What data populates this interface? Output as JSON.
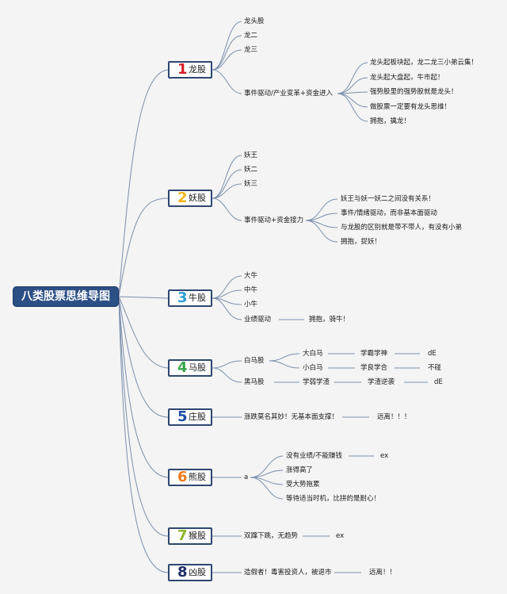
{
  "root": "八类股票思维导图",
  "categories": [
    {
      "num": "1",
      "label": "龙股",
      "color": "#d61f26",
      "items": [
        "龙头股",
        "龙二",
        "龙三",
        "事件驱动/产业变革+资金进入"
      ],
      "sub": [
        "龙头起板块起，龙二龙三小弟云集！",
        "龙头起大盘起，牛市起！",
        "强势股里的强势股就是龙头！",
        "做股票一定要有龙头思维！",
        "拥抱，擒龙！"
      ]
    },
    {
      "num": "2",
      "label": "妖股",
      "color": "#f3b51c",
      "items": [
        "妖王",
        "妖二",
        "妖三",
        "事件驱动+资金接力"
      ],
      "sub": [
        "妖王与妖一妖二之间没有关系！",
        "事件/情绪驱动，而非基本面驱动",
        "与龙股的区别就是带不带人，有没有小弟",
        "拥抱，捉妖！"
      ]
    },
    {
      "num": "3",
      "label": "牛股",
      "color": "#2a9fd6",
      "items": [
        "大牛",
        "中牛",
        "小牛",
        "业绩驱动"
      ],
      "chain": [
        "拥抱，骑牛！"
      ]
    },
    {
      "num": "4",
      "label": "马股",
      "color": "#3aa447",
      "items": [
        "白马股",
        "黑马股"
      ],
      "white": [
        "大白马",
        "小白马"
      ],
      "white_chain": [
        [
          "学霸学神",
          "dE"
        ],
        [
          "学良学合",
          "不碰"
        ]
      ],
      "black_chain": [
        "学弱学渣",
        "学渣逆袭",
        "dE"
      ]
    },
    {
      "num": "5",
      "label": "庄股",
      "color": "#1c4fa8",
      "items": [
        "涨跌莫名其妙！无基本面支撑！"
      ],
      "chain": [
        "远离！！！"
      ]
    },
    {
      "num": "6",
      "label": "熊股",
      "color": "#ee7a1a",
      "items": [
        "a"
      ],
      "sub": [
        "没有业绩/不能赚钱",
        "涨得高了",
        "受大势拖累",
        "等待适当时机，比拼的是耐心！"
      ],
      "sub_chain": [
        "ex"
      ]
    },
    {
      "num": "7",
      "label": "猴股",
      "color": "#8fb52a",
      "items": [
        "双蹿下跳，无趋势"
      ],
      "chain": [
        "ex"
      ]
    },
    {
      "num": "8",
      "label": "凶股",
      "color": "#1f2f6b",
      "items": [
        "造假者！毒害投资人，被退市"
      ],
      "chain": [
        "远离！！"
      ]
    }
  ]
}
